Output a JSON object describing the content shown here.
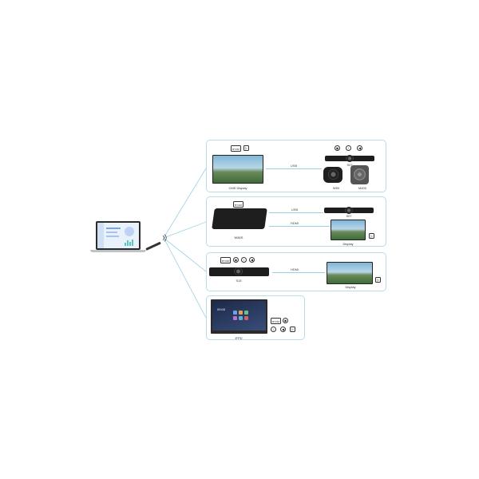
{
  "rows": [
    {
      "id": "cms-display",
      "display_label": "CMS Display",
      "link_label": "USB",
      "badge": "BYOM",
      "devices": [
        {
          "name": "S07",
          "icons": [
            "video-camera-icon",
            "microphone-icon",
            "speaker-icon"
          ]
        },
        {
          "name": "W50",
          "icons": []
        },
        {
          "name": "M400",
          "icons": []
        }
      ]
    },
    {
      "id": "w80s",
      "hub_label": "W80S",
      "badge": "BYOM",
      "links": [
        {
          "label": "USB",
          "target": "S07"
        },
        {
          "label": "HDMI",
          "target": "Display"
        }
      ],
      "devices": [
        {
          "name": "S07",
          "icons": []
        },
        {
          "name": "Display",
          "icons": [
            "display-icon"
          ]
        }
      ]
    },
    {
      "id": "s15",
      "bar_label": "S15",
      "badge": "BYOM",
      "link_label": "HDMI",
      "devices": [
        {
          "name": "Display",
          "icons": [
            "display-icon"
          ]
        }
      ]
    },
    {
      "id": "ifpd",
      "display_label": "IFPD",
      "badge": "BYOM",
      "screen_time": "09:00"
    }
  ],
  "colors": {
    "panel_border": "#b9dce9",
    "connector": "#9bd0e2",
    "device": "#1d1d1d"
  }
}
